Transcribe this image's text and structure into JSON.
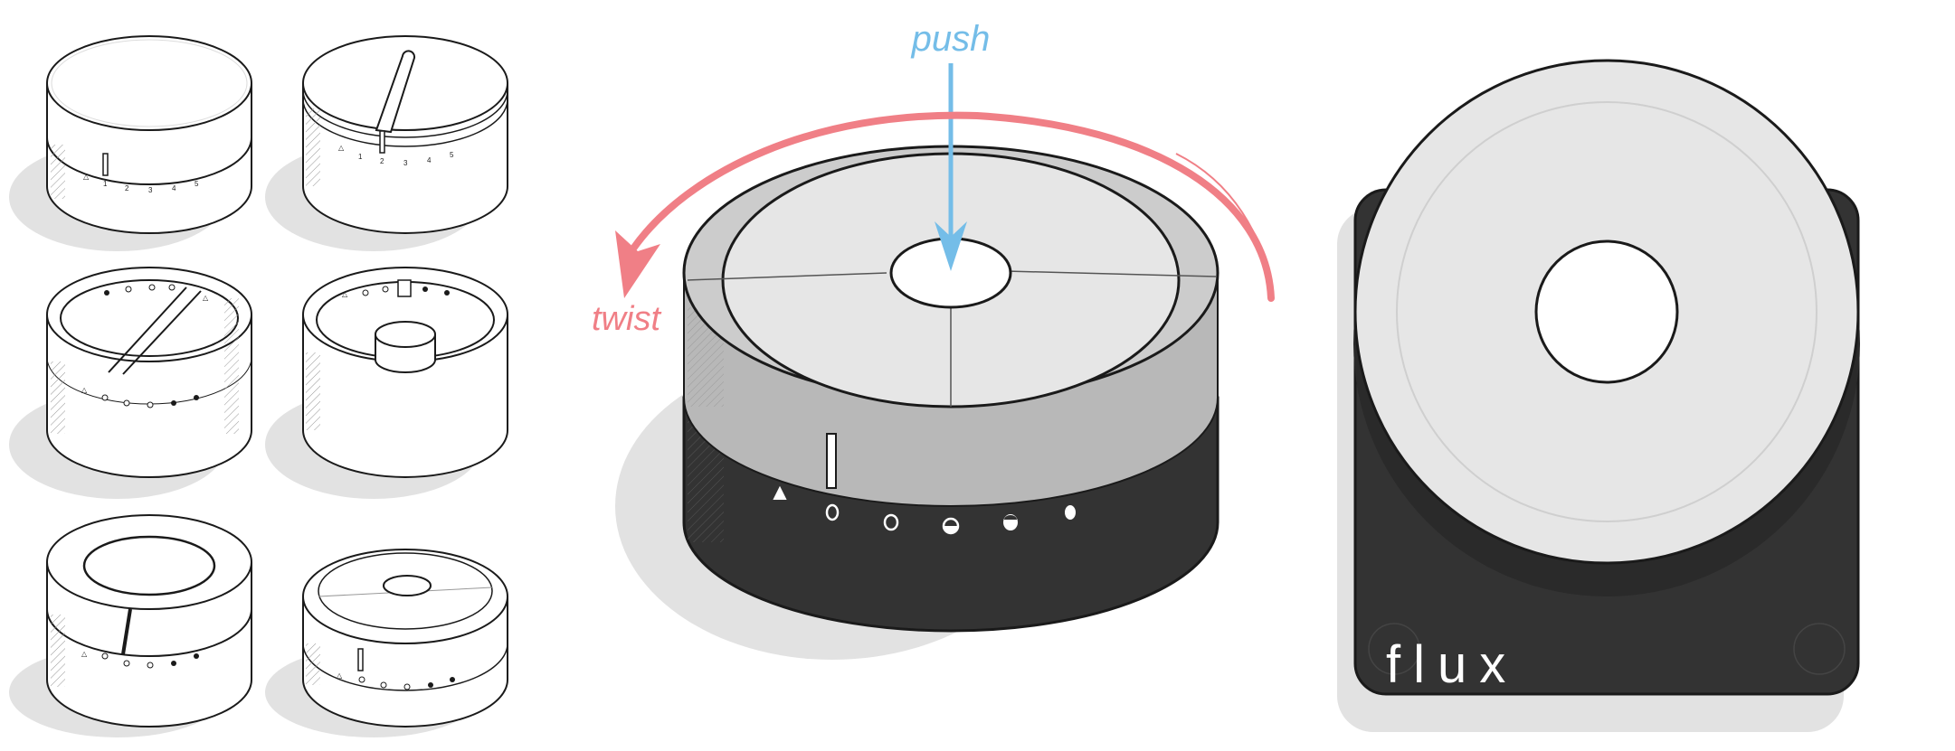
{
  "labels": {
    "push": "push",
    "twist": "twist",
    "brand": "flux"
  },
  "thumbnails": {
    "dial_numbers": [
      "1",
      "2",
      "3",
      "4",
      "5"
    ]
  },
  "colors": {
    "push_arrow": "#74bde8",
    "twist_arrow": "#f07f86",
    "knob_dark": "#333333",
    "knob_light": "#e6e6e6",
    "knob_mid": "#b8b8b8",
    "shadow": "#e2e2e2",
    "outline": "#1a1a1a",
    "brand_text": "#ffffff"
  }
}
